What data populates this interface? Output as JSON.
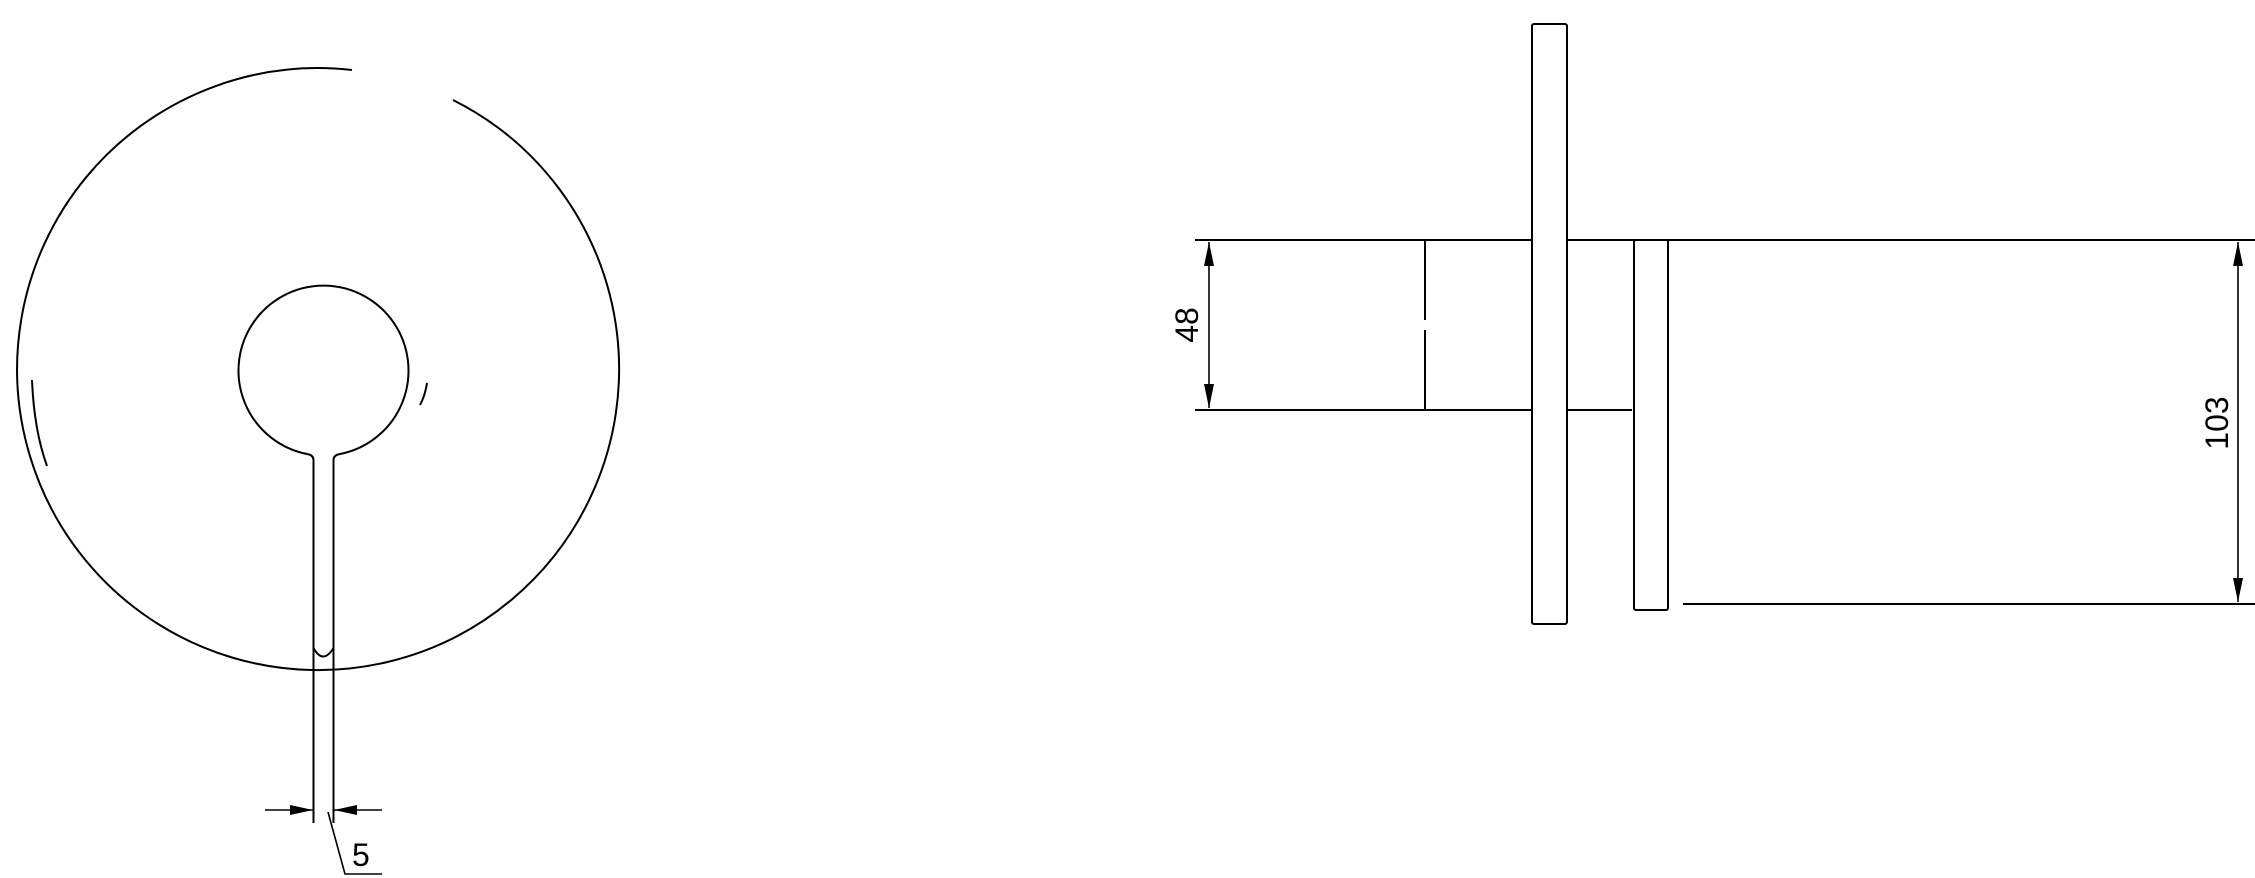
{
  "drawing": {
    "front_view": {
      "stem_width_label": "5"
    },
    "side_view": {
      "body_height_label": "48",
      "plate_height_label": "103"
    }
  },
  "colors": {
    "line": "#000000",
    "background": "#ffffff"
  }
}
